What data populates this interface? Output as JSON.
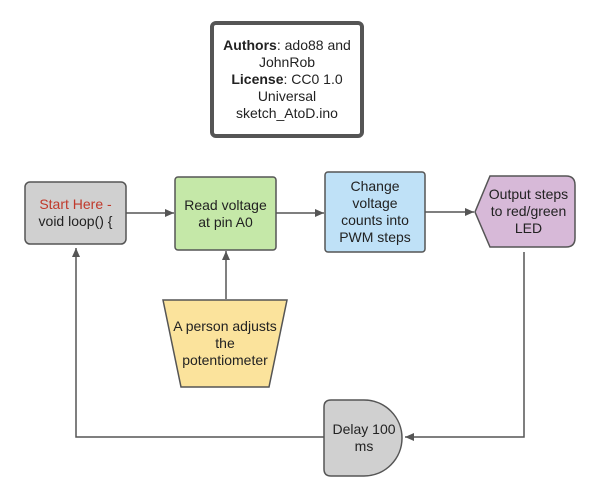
{
  "colors": {
    "stroke": "#555555",
    "start_fill": "#d0d0d0",
    "start_accent": "#c0392b",
    "read_fill": "#c5e8a8",
    "change_fill": "#bfe1f7",
    "output_fill": "#d7b9d8",
    "person_fill": "#fbe39c",
    "delay_fill": "#d0d0d0",
    "info_fill": "#ffffff",
    "info_stroke": "#555555"
  },
  "info_box": {
    "authors_label": "Authors",
    "authors_value": ": ado88 and",
    "authors_value_2": "JohnRob",
    "license_label": "License",
    "license_value": ": CC0 1.0",
    "license_value_2": "Universal",
    "filename": "sketch_AtoD.ino"
  },
  "nodes": {
    "start": {
      "accent": "Start Here -",
      "text": "void loop() {"
    },
    "read": {
      "line1": "Read voltage",
      "line2": "at pin A0"
    },
    "change": {
      "line1": "Change",
      "line2": "voltage",
      "line3": "counts into",
      "line4": "PWM steps"
    },
    "output": {
      "line1": "Output steps",
      "line2": "to red/green",
      "line3": "LED"
    },
    "person": {
      "line1": "A person adjusts",
      "line2": "the",
      "line3": "potentiometer"
    },
    "delay": {
      "line1": "Delay 100",
      "line2": "ms"
    }
  }
}
